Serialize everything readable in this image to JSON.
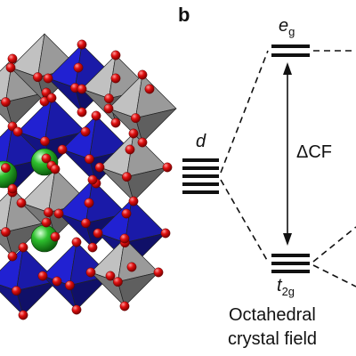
{
  "panel_label": "b",
  "levels": {
    "eg_main": "e",
    "eg_sub": "g",
    "d": "d",
    "t2g_main": "t",
    "t2g_sub": "2g"
  },
  "splitting_label": "ΔCF",
  "caption": {
    "line1": "Octahedral",
    "line2": "crystal field"
  },
  "colors": {
    "octahedron_blue": "#1a1aa8",
    "octahedron_gray": "#9a9a9a",
    "oxygen_red": "#e01010",
    "cation_green": "#2ec02e",
    "ink": "#111111"
  }
}
